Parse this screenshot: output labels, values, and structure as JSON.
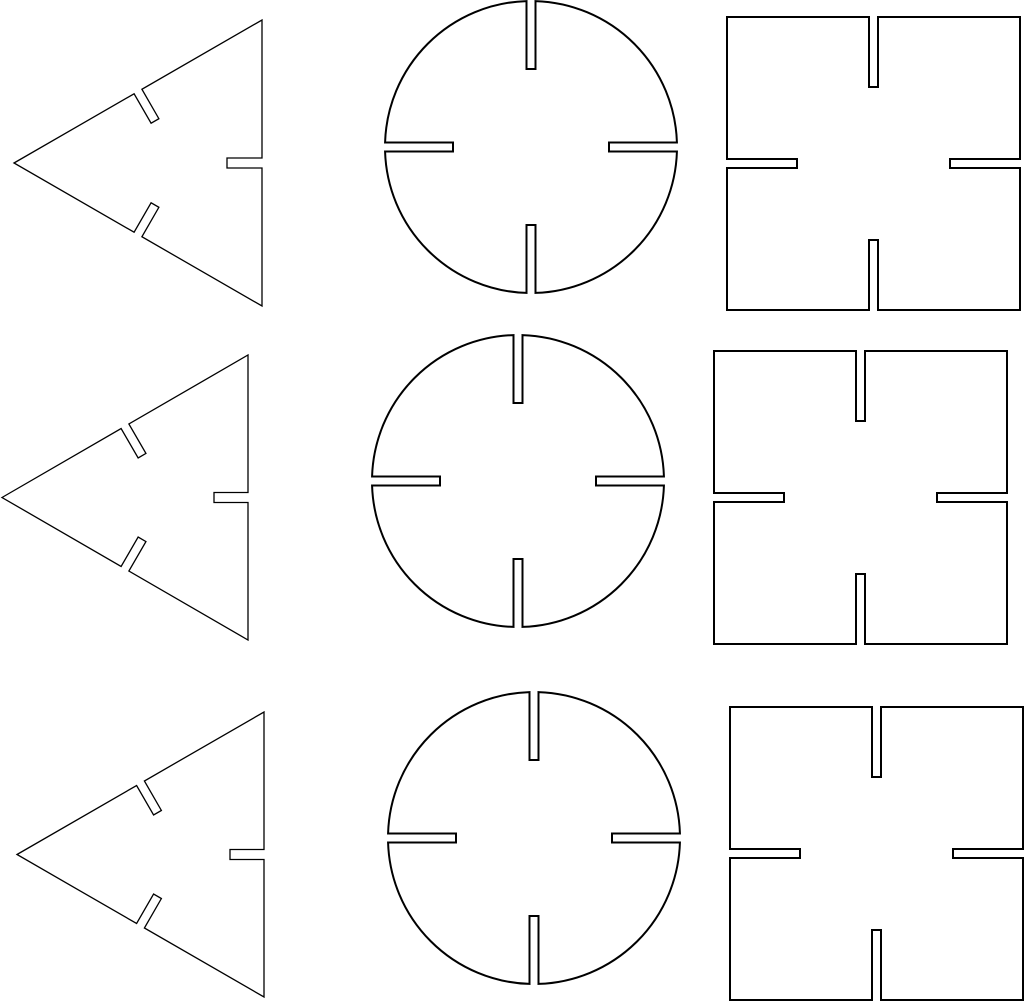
{
  "diagram": {
    "kind": "slotted-shape-cut-template",
    "rows": 3,
    "columns": 3,
    "shapes_per_row": [
      "triangle",
      "circle",
      "square"
    ],
    "slots_per_shape": {
      "triangle": 3,
      "circle": 4,
      "square": 4
    },
    "stroke_color": "#000000",
    "background_color": "#ffffff"
  }
}
